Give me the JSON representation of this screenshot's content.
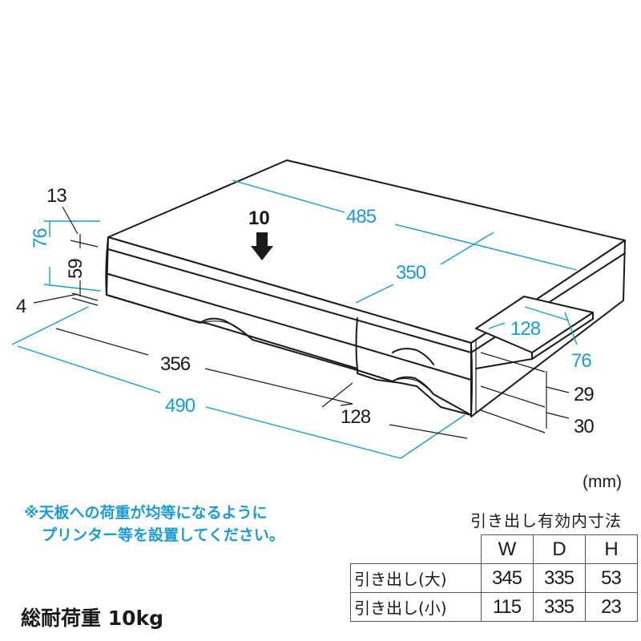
{
  "unit_label": "(mm)",
  "colors": {
    "dimension_blue": "#1a9ad6",
    "outline": "#1a1a1a",
    "background": "#ffffff"
  },
  "diagram": {
    "subject": "desktop printer stand with two drawers (isometric view)",
    "load_marker": {
      "value": "10",
      "icon": "down-arrow-icon"
    },
    "dimensions_blue": {
      "top_width": "485",
      "top_depth": "350",
      "base_width": "490",
      "overall_height": "76",
      "shelf_width": "128",
      "shelf_depth": "76"
    },
    "dimensions_black": {
      "top_thickness": "13",
      "drawer_height": "59",
      "foot_height": "4",
      "large_drawer_width": "356",
      "small_drawer_width": "128",
      "small_drawer_upper_height": "29",
      "small_drawer_lower_height": "30"
    }
  },
  "note": {
    "line1": "※天板への荷重が均等になるように",
    "line2": "プリンター等を設置してください。"
  },
  "total_load": "総耐荷重 10kg",
  "drawer_table": {
    "title": "引き出し有効内寸法",
    "columns": [
      "W",
      "D",
      "H"
    ],
    "rows": [
      {
        "label": "引き出し(大)",
        "values": [
          "345",
          "335",
          "53"
        ]
      },
      {
        "label": "引き出し(小)",
        "values": [
          "115",
          "335",
          "23"
        ]
      }
    ]
  }
}
